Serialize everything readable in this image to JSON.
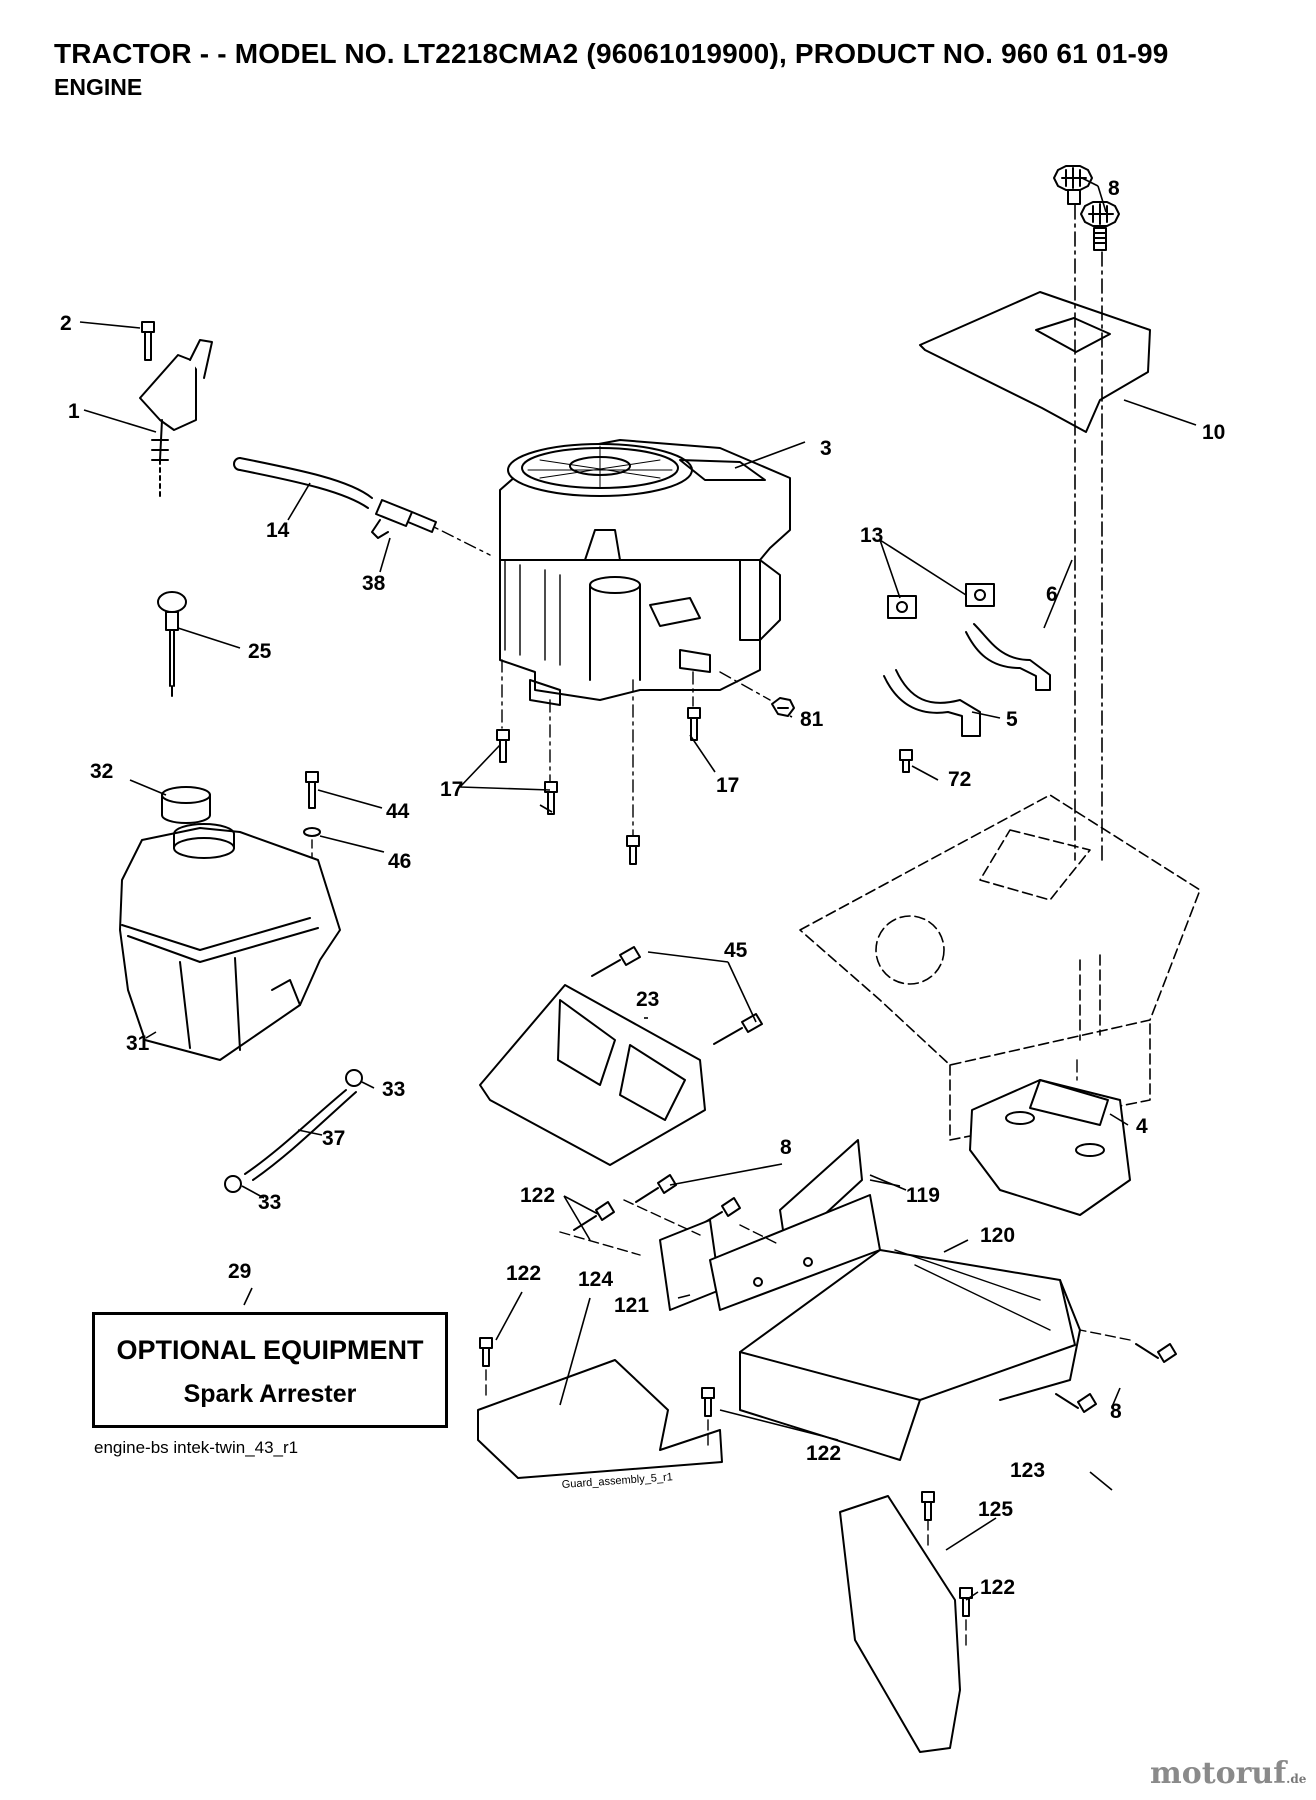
{
  "header": {
    "title": "TRACTOR - - MODEL NO. LT2218CMA2 (96061019900), PRODUCT NO. 960 61 01-99",
    "subtitle": "ENGINE"
  },
  "callouts": {
    "p1": "1",
    "p2": "2",
    "p3": "3",
    "p4": "4",
    "p5": "5",
    "p6": "6",
    "p8a": "8",
    "p8b": "8",
    "p8c": "8",
    "p10": "10",
    "p13": "13",
    "p14": "14",
    "p17a": "17",
    "p17b": "17",
    "p23": "23",
    "p25": "25",
    "p29": "29",
    "p31": "31",
    "p32": "32",
    "p33a": "33",
    "p33b": "33",
    "p37": "37",
    "p38": "38",
    "p44": "44",
    "p45": "45",
    "p46": "46",
    "p72": "72",
    "p81": "81",
    "p119": "119",
    "p120": "120",
    "p121": "121",
    "p122a": "122",
    "p122b": "122",
    "p122c": "122",
    "p122d": "122",
    "p123": "123",
    "p124": "124",
    "p125": "125"
  },
  "optional_box": {
    "line1": "OPTIONAL EQUIPMENT",
    "line2": "Spark Arrester"
  },
  "drawing_code": "engine-bs intek-twin_43_r1",
  "guard_code": "Guard_assembly_5_r1",
  "watermark": {
    "brand": "motoruf",
    "suffix": ".de"
  }
}
